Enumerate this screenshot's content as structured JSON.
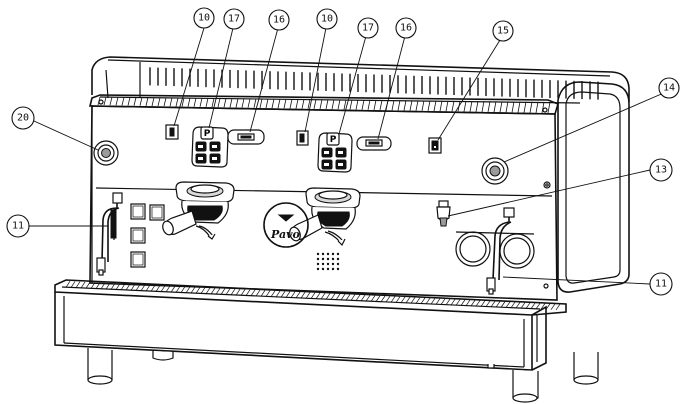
{
  "callouts": [
    "10",
    "17",
    "16",
    "10",
    "17",
    "16",
    "15",
    "14",
    "20",
    "13",
    "11",
    "11"
  ],
  "brand_mark": "Pavo",
  "button_letter": "P"
}
